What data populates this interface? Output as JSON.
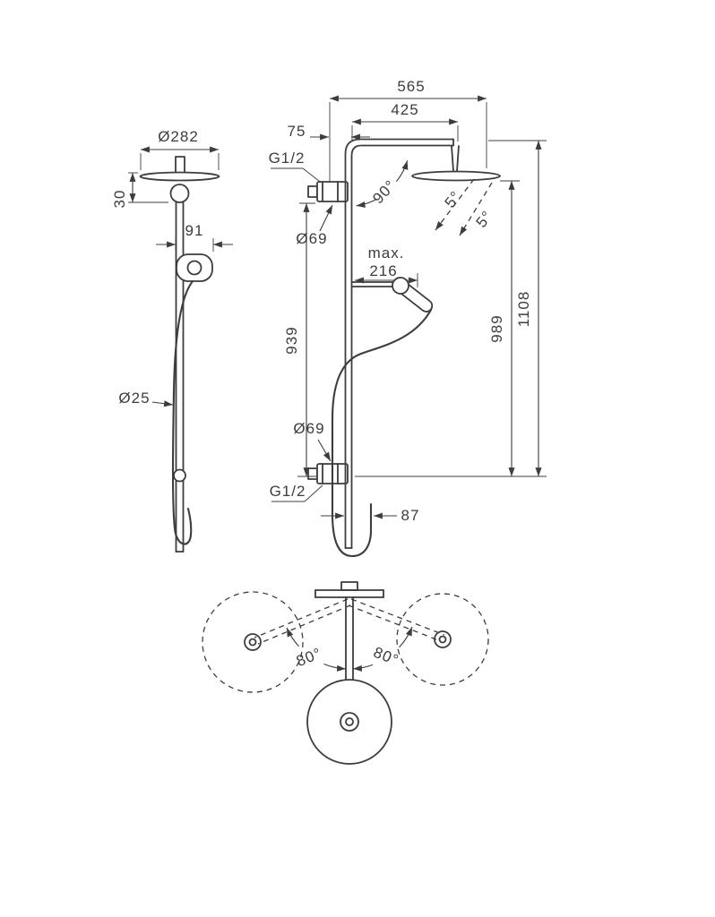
{
  "colors": {
    "line": "#3d3d3d",
    "background": "#ffffff"
  },
  "drawing": {
    "side_view": {
      "dim_head_diameter": "Ø282",
      "dim_head_height": "30",
      "dim_handshower_width": "91",
      "dim_pipe_diameter": "Ø25"
    },
    "front_view": {
      "dim_total_width": "565",
      "dim_arm_reach": "425",
      "dim_wall_offset": "75",
      "label_connection_top": "G1/2",
      "dim_escutcheon_top": "Ø69",
      "label_max": "max.",
      "dim_max_reach": "216",
      "dim_swivel_angle": "90°",
      "dim_tilt_angle_1": "5°",
      "dim_tilt_angle_2": "5°",
      "dim_bar_height": "939",
      "dim_height_to_head": "989",
      "dim_total_height": "1108",
      "dim_escutcheon_bottom": "Ø69",
      "label_connection_bottom": "G1/2",
      "dim_hose_offset": "87"
    },
    "top_view": {
      "dim_swing_left": "80°",
      "dim_swing_right": "80°"
    }
  }
}
